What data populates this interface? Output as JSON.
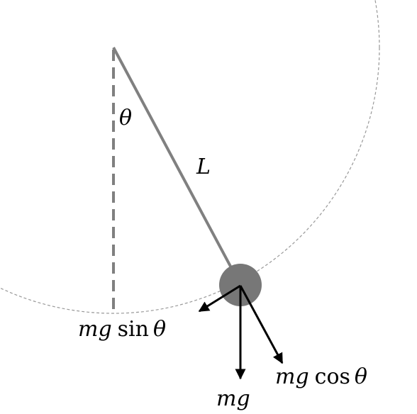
{
  "labels": {
    "angle": "θ",
    "length": "L",
    "gravity": "mg",
    "tangential_prefix": "mg",
    "tangential_fn": "sin",
    "tangential_angle": "θ",
    "radial_prefix": "mg",
    "radial_fn": "cos",
    "radial_angle": "θ"
  },
  "colors": {
    "rod": "#808080",
    "bob": "#777777",
    "arc": "#999999",
    "vertical": "#808080",
    "arrows": "#000000"
  }
}
